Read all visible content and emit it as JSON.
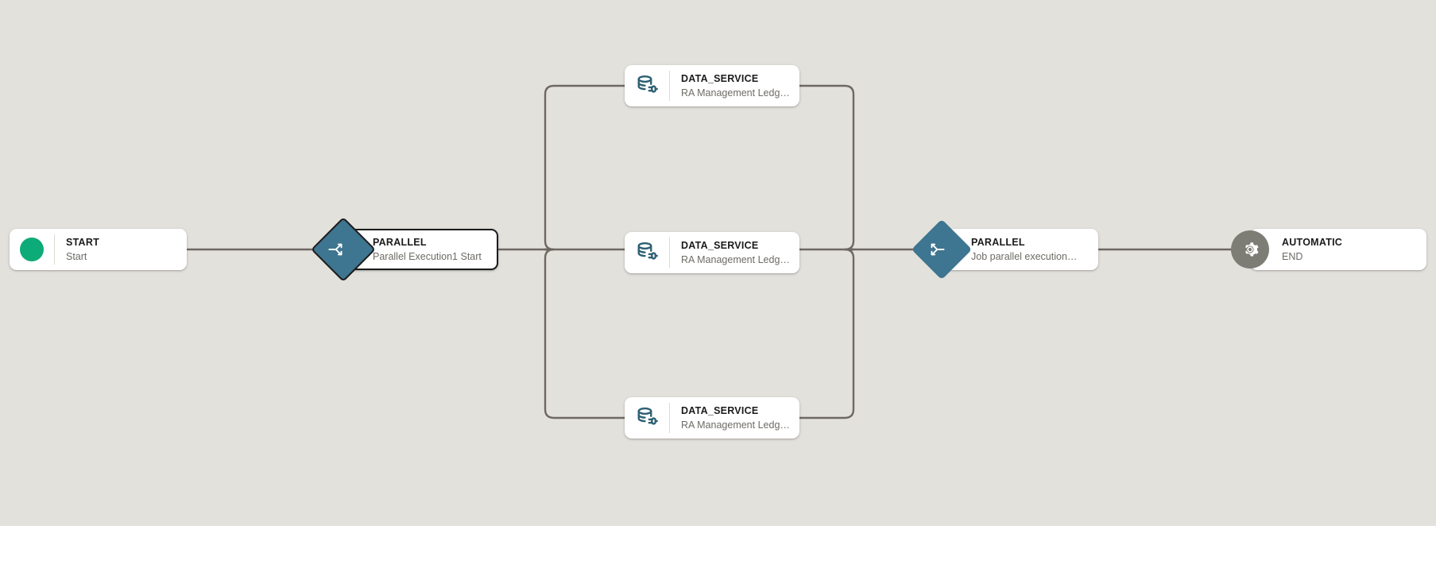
{
  "canvas": {
    "background_color": "#e3e1dc",
    "edge_color": "#6f6862",
    "bottom_strip_color": "#ffffff"
  },
  "palette": {
    "start_green": "#0dab77",
    "parallel_blue": "#3e7590",
    "automatic_gray": "#7d7d76",
    "data_service_teal": "#2e6073",
    "title_text": "#1b1b1b",
    "subtitle_text": "#6e6b66",
    "selected_border": "#1c1c1c"
  },
  "nodes": [
    {
      "id": "start",
      "title": "START",
      "subtitle": "Start",
      "icon": "green-circle-icon",
      "selected": false
    },
    {
      "id": "parallel-1",
      "title": "PARALLEL",
      "subtitle": "Parallel Execution1 Start",
      "icon": "parallel-split-icon",
      "selected": true
    },
    {
      "id": "data-service-1",
      "title": "DATA_SERVICE",
      "subtitle": "RA Management Ledg…",
      "icon": "database-plug-icon",
      "selected": false
    },
    {
      "id": "data-service-2",
      "title": "DATA_SERVICE",
      "subtitle": "RA Management Ledg…",
      "icon": "database-plug-icon",
      "selected": false
    },
    {
      "id": "data-service-3",
      "title": "DATA_SERVICE",
      "subtitle": "RA Management Ledg…",
      "icon": "database-plug-icon",
      "selected": false
    },
    {
      "id": "parallel-2",
      "title": "PARALLEL",
      "subtitle": "Job parallel execution…",
      "icon": "parallel-join-icon",
      "selected": false
    },
    {
      "id": "automatic",
      "title": "AUTOMATIC",
      "subtitle": "END",
      "icon": "gear-icon",
      "selected": false
    }
  ]
}
